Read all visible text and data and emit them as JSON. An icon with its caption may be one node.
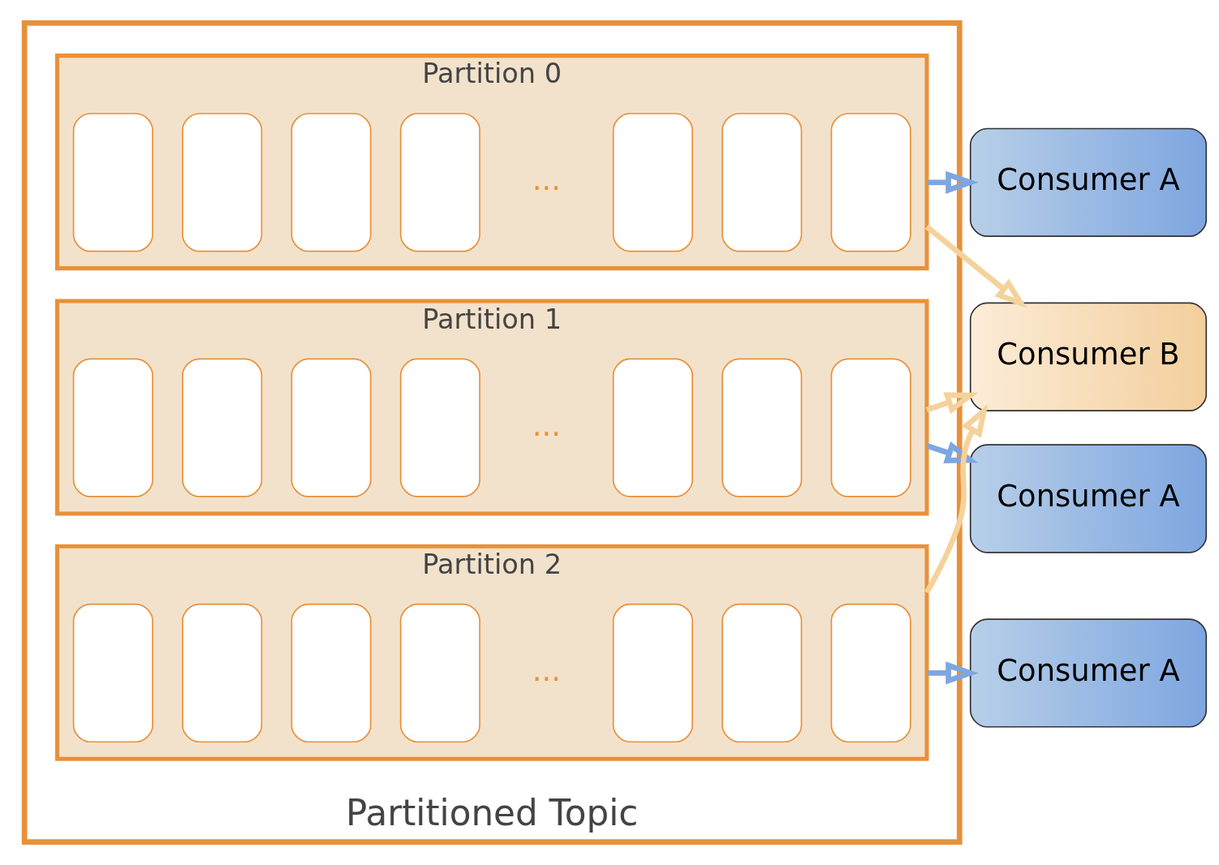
{
  "diagram": {
    "nodes": [
      {
        "text": [
          "Partitioned Topic"
        ]
      },
      {
        "text": [
          "Partition 0"
        ],
        "in": 0
      },
      {
        "text": [],
        "shape": "box",
        "in": 1
      },
      {
        "text": [],
        "shape": "box",
        "in": 1
      },
      {
        "text": [],
        "shape": "box",
        "in": 1
      },
      {
        "text": [],
        "shape": "box",
        "in": 1
      },
      {
        "text": [],
        "shape": "box",
        "in": 1
      },
      {
        "text": [],
        "shape": "box",
        "in": 1
      },
      {
        "text": [],
        "shape": "box",
        "in": 1
      },
      {
        "text": [
          "Partition 1"
        ],
        "in": 0
      },
      {
        "text": [],
        "shape": "box",
        "in": 9
      },
      {
        "text": [],
        "shape": "box",
        "in": 9
      },
      {
        "text": [],
        "shape": "box",
        "in": 9
      },
      {
        "text": [],
        "shape": "box",
        "in": 9
      },
      {
        "text": [],
        "shape": "box",
        "in": 9
      },
      {
        "text": [],
        "shape": "box",
        "in": 9
      },
      {
        "text": [],
        "shape": "box",
        "in": 9
      },
      {
        "text": [
          "Partition 2"
        ],
        "in": 0
      },
      {
        "text": [],
        "shape": "box",
        "in": 17
      },
      {
        "text": [],
        "shape": "box",
        "in": 17
      },
      {
        "text": [],
        "shape": "box",
        "in": 17
      },
      {
        "text": [],
        "shape": "box",
        "in": 17
      },
      {
        "text": [],
        "shape": "box",
        "in": 17
      },
      {
        "text": [],
        "shape": "box",
        "in": 17
      },
      {
        "text": [],
        "shape": "box",
        "in": 17
      },
      {
        "text": [
          "Consumer A"
        ]
      },
      {
        "text": [
          "Consumer A"
        ]
      },
      {
        "text": [
          "Consumer A"
        ]
      },
      {
        "text": [
          "Consumer B"
        ]
      }
    ],
    "edges": [
      {
        "from": 1,
        "to": 25,
        "arrow": "to",
        "color": "#7ea6e0"
      },
      {
        "from": 1,
        "to": 28,
        "arrow": "to",
        "color": "#f5d29b"
      },
      {
        "from": 9,
        "to": 26,
        "arrow": "to",
        "color": "#7ea6e0"
      },
      {
        "from": 9,
        "to": 28,
        "arrow": "to",
        "color": "#f5d29b"
      },
      {
        "from": 17,
        "to": 27,
        "arrow": "to",
        "color": "#7ea6e0"
      },
      {
        "from": 17,
        "to": 28,
        "arrow": "to",
        "color": "#f5d29b"
      }
    ],
    "labels": [
      "...",
      "...",
      "..."
    ]
  }
}
